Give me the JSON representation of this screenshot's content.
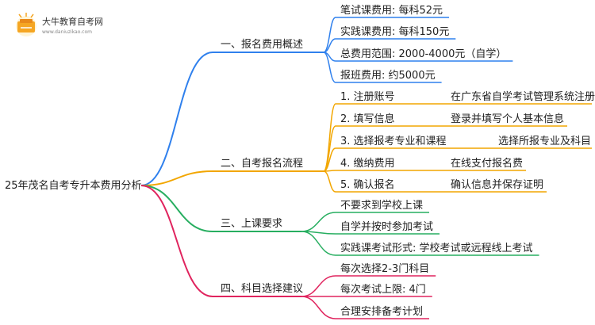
{
  "watermark": {
    "title": "大牛教育自考网",
    "url": "www.daniuzikao.com"
  },
  "root": "25年茂名自考专升本费用分析",
  "branches": [
    {
      "label": "一、报名费用概述",
      "color": "#2f80ed",
      "children": [
        {
          "label": "笔试课费用: 每科52元"
        },
        {
          "label": "实践课费用: 每科150元"
        },
        {
          "label": "总费用范围: 2000-4000元（自学）"
        },
        {
          "label": "报班费用: 约5000元"
        }
      ]
    },
    {
      "label": "二、自考报名流程",
      "color": "#f2a600",
      "children": [
        {
          "label": "1. 注册账号",
          "detail": "在广东省自学考试管理系统注册"
        },
        {
          "label": "2. 填写信息",
          "detail": "登录并填写个人基本信息"
        },
        {
          "label": "3. 选择报考专业和课程",
          "detail": "选择所报专业及科目"
        },
        {
          "label": "4. 缴纳费用",
          "detail": "在线支付报名费"
        },
        {
          "label": "5. 确认报名",
          "detail": "确认信息并保存证明"
        }
      ]
    },
    {
      "label": "三、上课要求",
      "color": "#27ae60",
      "children": [
        {
          "label": "不要求到学校上课"
        },
        {
          "label": "自学并按时参加考试"
        },
        {
          "label": "实践课考试形式: 学校考试或远程线上考试"
        }
      ]
    },
    {
      "label": "四、科目选择建议",
      "color": "#e0245e",
      "children": [
        {
          "label": "每次选择2-3门科目"
        },
        {
          "label": "每次考试上限: 4门"
        },
        {
          "label": "合理安排备考计划"
        }
      ]
    }
  ]
}
